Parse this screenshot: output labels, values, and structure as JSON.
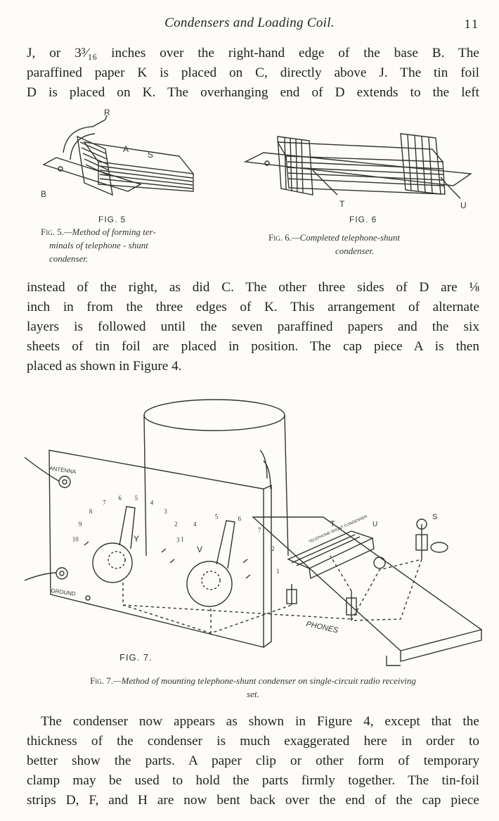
{
  "header": {
    "running_title": "Condensers and Loading Coil.",
    "page_number": "11"
  },
  "paragraphs": {
    "p1": [
      "J, or 3³⁄₁₆ inches over the right-hand edge of the base B. The",
      "paraffined paper K is placed on C, directly above J. The tin foil",
      "D is placed on K. The overhanging end of D extends to the left"
    ],
    "p2": [
      "instead of the right, as did C. The other three sides of D are ⅛",
      "inch in from the three edges of K. This arrangement of alternate",
      "layers is followed until the seven paraffined papers and the six",
      "sheets of tin foil are placed in position. The cap piece A is then",
      "placed as shown in Figure 4."
    ],
    "p3": [
      "The condenser now appears as shown in Figure 4, except that the",
      "thickness of the condenser is much exaggerated here in order to",
      "better show the parts. A paper clip or other form of temporary",
      "clamp may be used to hold the parts firmly together. The tin-foil",
      "strips D, F, and H are now bent back over the end of the cap piece"
    ]
  },
  "figures": {
    "fig5": {
      "label": "FIG. 5",
      "letters": [
        "R",
        "A",
        "S",
        "B"
      ],
      "caption_lead": "Fig. 5.",
      "caption_lines": [
        "—Method of forming ter-",
        "minals of telephone - shunt",
        "condenser."
      ]
    },
    "fig6": {
      "label": "FIG. 6",
      "letters": [
        "T",
        "U"
      ],
      "caption_lead": "Fig. 6.",
      "caption_lines": [
        "—Completed telephone-shunt",
        "condenser."
      ]
    },
    "fig7": {
      "label": "FIG. 7.",
      "labels": {
        "antenna": "ANTENNA",
        "ground": "GROUND",
        "phones": "PHONES",
        "y": "Y",
        "v": "V",
        "t": "T",
        "s": "S",
        "u": "U",
        "condenser_plate": "TELEPHONE-SHUNT CONDENSER"
      },
      "dial_left": [
        "10",
        "9",
        "8",
        "7",
        "6",
        "5",
        "4",
        "3",
        "2",
        "1"
      ],
      "dial_right": [
        "3",
        "4",
        "5",
        "6",
        "7",
        "2",
        "1"
      ],
      "caption_lead": "Fig. 7.",
      "caption_lines": [
        "—Method of mounting telephone-shunt condenser on single-circuit radio receiving",
        "set."
      ]
    }
  }
}
